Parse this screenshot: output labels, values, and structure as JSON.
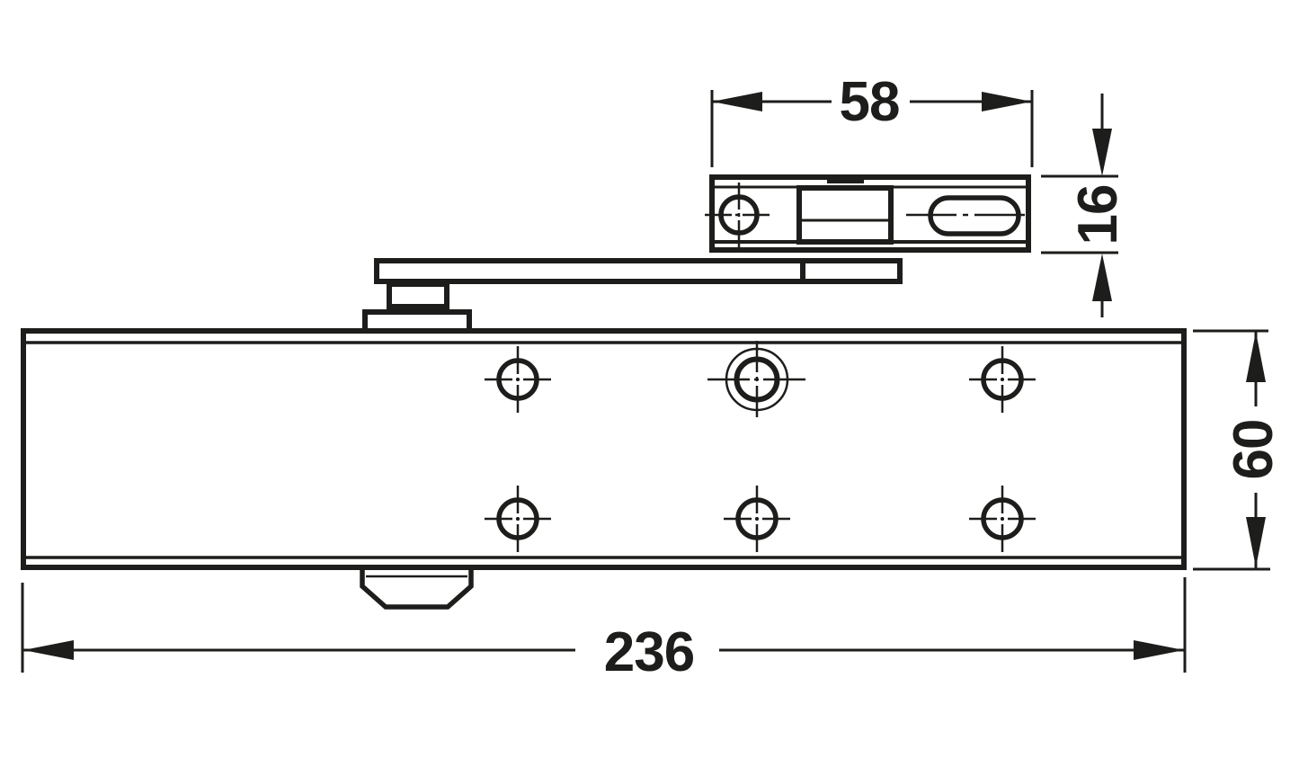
{
  "colors": {
    "line": "#1d1d1b",
    "background": "#ffffff"
  },
  "dimensions": {
    "body_length": "236",
    "body_height": "60",
    "channel_length": "58",
    "channel_height": "16"
  }
}
